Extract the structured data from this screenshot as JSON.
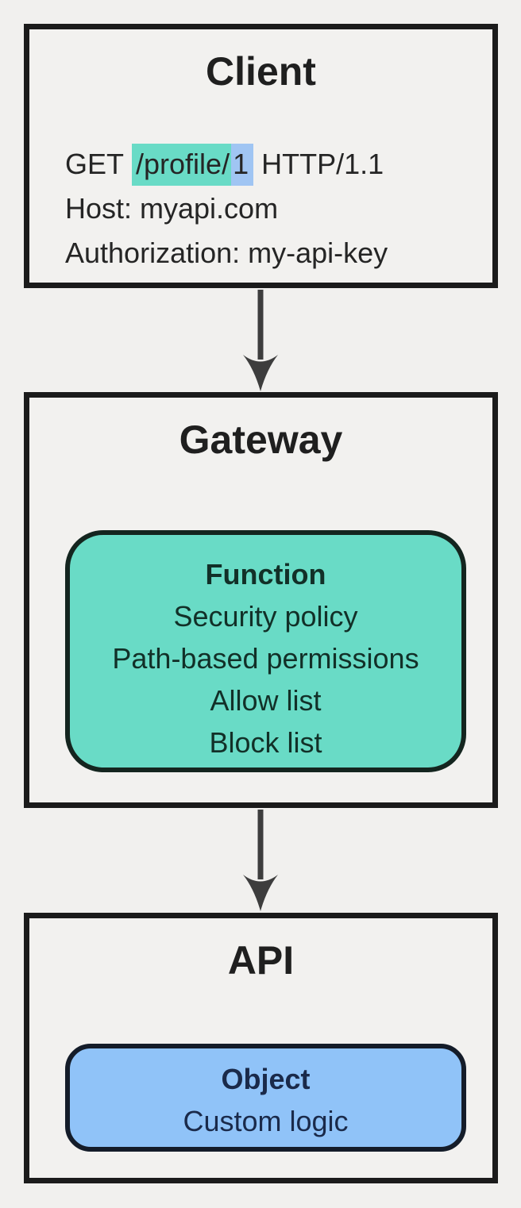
{
  "diagram": {
    "client": {
      "title": "Client",
      "request": {
        "method": "GET",
        "path_highlight": "/profile/",
        "id_highlight": "1",
        "protocol": "HTTP/1.1",
        "host_line": "Host: myapi.com",
        "auth_line": "Authorization: my-api-key"
      }
    },
    "gateway": {
      "title": "Gateway",
      "function_node": {
        "title": "Function",
        "items": [
          "Security policy",
          "Path-based permissions",
          "Allow list",
          "Block list"
        ]
      }
    },
    "api": {
      "title": "API",
      "object_node": {
        "title": "Object",
        "items": [
          "Custom logic"
        ]
      }
    },
    "colors": {
      "page_bg": "#f1f0ee",
      "panel_border": "#1b1b1b",
      "teal": "#69dbc6",
      "blue_highlight": "#a0c5f3",
      "blue_node": "#90c3f8",
      "arrow": "#3d3d3d",
      "teal_text": "#123028",
      "blue_text": "#1a2a4a"
    }
  }
}
